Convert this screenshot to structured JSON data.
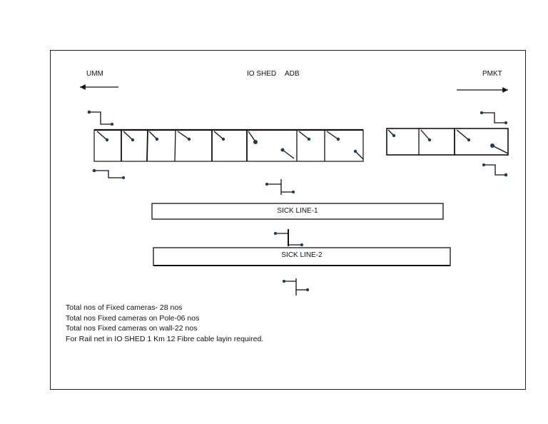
{
  "labels": {
    "left_direction": "UMM",
    "center_title": "IO SHED",
    "center_code": "ADB",
    "right_direction": "PMKT"
  },
  "tracks": {
    "sick_line_1": "SICK LINE-1",
    "sick_line_2": "SICK LINE-2"
  },
  "notes": [
    "Total nos of Fixed cameras- 28 nos",
    "Total nos Fixed cameras on Pole-06 nos",
    "Total nos Fixed cameras on wall-22 nos",
    "For Rail net in IO SHED 1 Km 12 Fibre cable layin required."
  ],
  "colors": {
    "line": "#111111",
    "camera": "#1f3b57"
  }
}
